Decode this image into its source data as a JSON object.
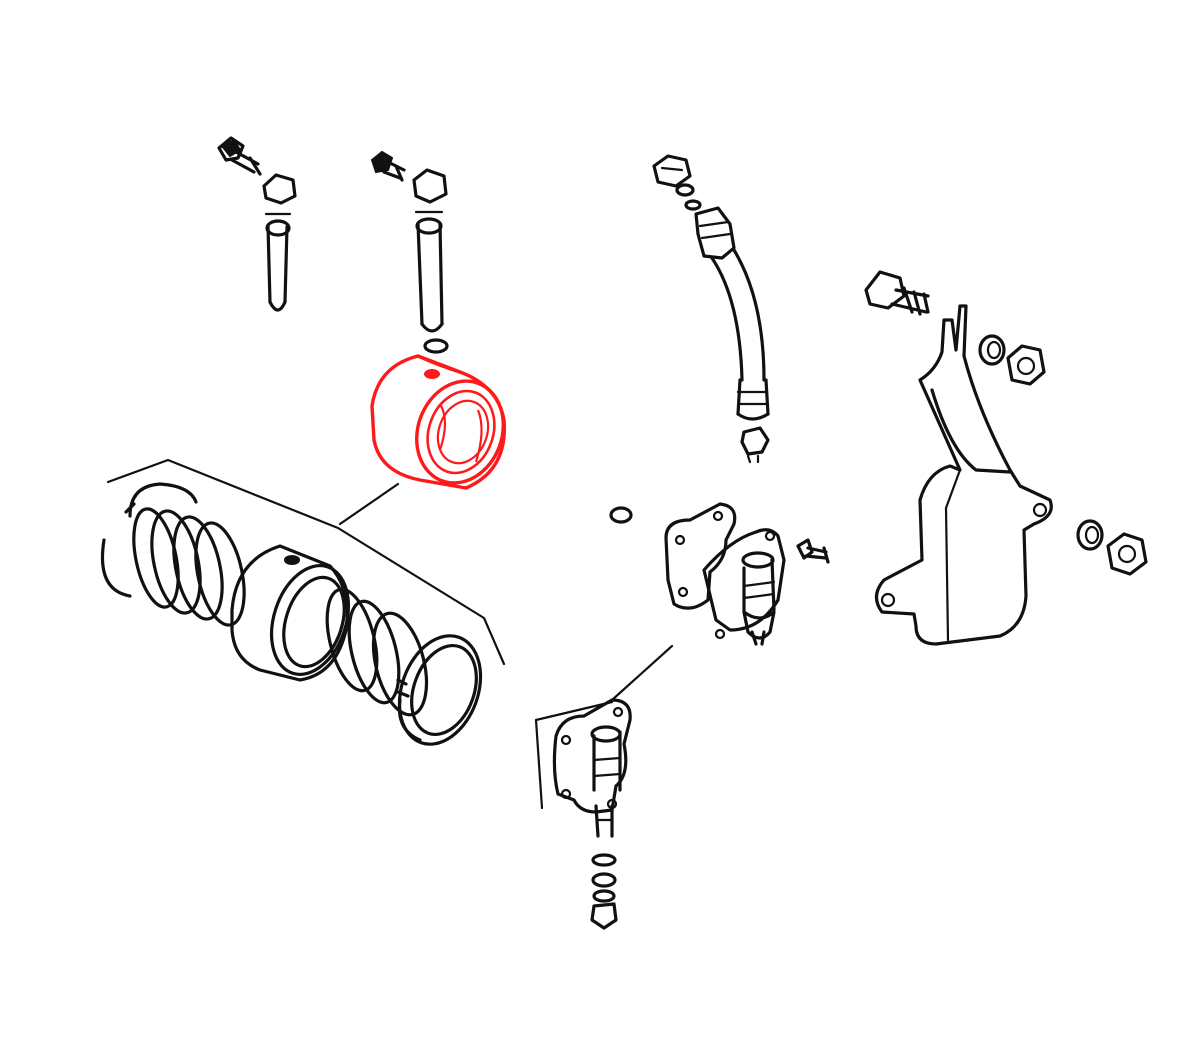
{
  "diagram": {
    "kind": "exploded-parts-view",
    "highlight_color": "#ff1a1a",
    "ink_color": "#111111",
    "background_color": "#ffffff",
    "highlighted_part": "bushing-sleeve",
    "parts": [
      "upper-bolt-left",
      "upper-bolt-right",
      "upper-pin-left",
      "upper-pin-right",
      "highlighted-bushing",
      "bushing-and-spring-assembly-callout",
      "hydraulic-hose",
      "hose-nut",
      "hose-fitting",
      "shock-mount-bracket-assembly",
      "shock-detail-callout",
      "mounting-bracket-plate",
      "bracket-bolt",
      "bracket-washer-nut-pairs"
    ]
  }
}
